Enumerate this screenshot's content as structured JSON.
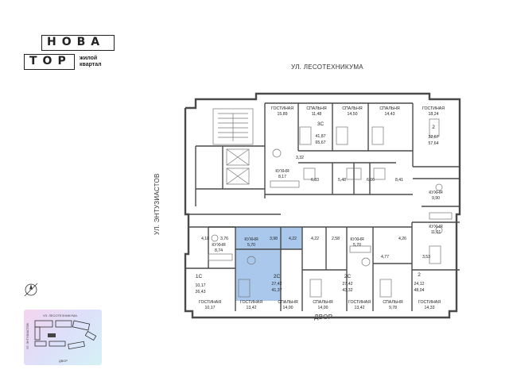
{
  "logo": {
    "top_word": "НОВА",
    "bottom_word": "ТОР",
    "subtitle_line1": "жилой",
    "subtitle_line2": "квартал"
  },
  "streets": {
    "top": "УЛ. ЛЕСОТЕХНИКУМА",
    "left": "УЛ. ЭНТУЗИАСТОВ",
    "bottom": "ДВОР"
  },
  "mini_map": {
    "street_top": "УЛ. ЛЕСОТЕХНИКУМА",
    "street_left": "УЛ. ЭНТУЗИАСТОВ",
    "bottom": "ДВОР",
    "colors": {
      "gradient_start": "#f4d4ee",
      "gradient_end": "#d5f2f6"
    }
  },
  "colors": {
    "wall": "#4a4a4a",
    "thin_line": "#777777",
    "highlight": "#a9c8ec",
    "text": "#222222"
  },
  "rooms_top": [
    {
      "id": "gost-1",
      "name": "ГОСТИНАЯ",
      "area": "15,89"
    },
    {
      "id": "spal-1",
      "name": "СПАЛЬНЯ",
      "area": "11,48"
    },
    {
      "id": "spal-2",
      "name": "СПАЛЬНЯ",
      "area": "14,50"
    },
    {
      "id": "spal-3",
      "name": "СПАЛЬНЯ",
      "area": "14,43"
    },
    {
      "id": "gost-2",
      "name": "ГОСТИНАЯ",
      "area": "18,24"
    }
  ],
  "kitchens": [
    {
      "id": "kuh-top",
      "name": "КУХНЯ",
      "area": "8,17"
    },
    {
      "id": "kuh-right1",
      "name": "КУХНЯ",
      "area": "9,90"
    },
    {
      "id": "kuh-right2",
      "name": "КУХНЯ",
      "area": "11,01"
    },
    {
      "id": "kuh-left",
      "name": "КУХНЯ",
      "area": "8,74"
    },
    {
      "id": "kuh-hl",
      "name": "КУХНЯ",
      "area": "5,70"
    },
    {
      "id": "kuh-mid",
      "name": "КУХНЯ",
      "area": "5,70"
    }
  ],
  "apartments": [
    {
      "id": "3c",
      "type": "3С",
      "total": "41,87",
      "living": "65,67"
    },
    {
      "id": "2-top",
      "type": "2",
      "total": "32,67",
      "living": "57,64"
    },
    {
      "id": "1c",
      "type": "1С",
      "total": "10,17",
      "living": "26,43"
    },
    {
      "id": "2c-hl",
      "type": "2С",
      "total": "27,42",
      "living": "41,37"
    },
    {
      "id": "2c-mid",
      "type": "2С",
      "total": "27,42",
      "living": "43,32"
    },
    {
      "id": "2-bot",
      "type": "2",
      "total": "24,12",
      "living": "48,04"
    }
  ],
  "rooms_bottom": [
    {
      "id": "gost-b1",
      "name": "ГОСТИНАЯ",
      "area": "10,17"
    },
    {
      "id": "gost-b2",
      "name": "ГОСТИНАЯ",
      "area": "13,42"
    },
    {
      "id": "spal-b1",
      "name": "СПАЛЬНЯ",
      "area": "14,00"
    },
    {
      "id": "spal-b2",
      "name": "СПАЛЬНЯ",
      "area": "14,00"
    },
    {
      "id": "gost-b3",
      "name": "ГОСТИНАЯ",
      "area": "13,42"
    },
    {
      "id": "spal-b3",
      "name": "СПАЛЬНЯ",
      "area": "9,78"
    },
    {
      "id": "gost-b4",
      "name": "ГОСТИНАЯ",
      "area": "14,33"
    }
  ],
  "small_areas": [
    "3,32",
    "6,83",
    "5,48",
    "6,06",
    "8,41",
    "4,18",
    "3,76",
    "3,98",
    "4,22",
    "4,22",
    "2,58",
    "4,26",
    "4,77",
    "3,53"
  ]
}
